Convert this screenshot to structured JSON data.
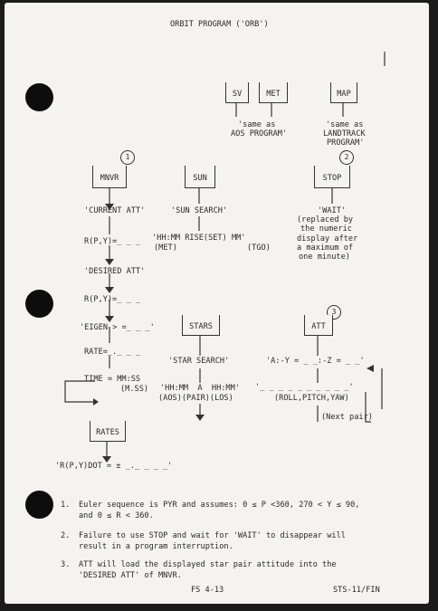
{
  "title": "ORBIT PROGRAM ('ORB')",
  "boxes": {
    "sv": "SV",
    "met": "MET",
    "map": "MAP",
    "mnvr": "MNVR",
    "sun": "SUN",
    "stop": "STOP",
    "stars": "STARS",
    "att": "ATT",
    "rates": "RATES"
  },
  "callouts": {
    "c1": "1",
    "c2": "2",
    "c3": "3"
  },
  "text": {
    "same_aos_1": "'same as",
    "same_aos_2": "AOS PROGRAM'",
    "same_land_1": "'same as",
    "same_land_2": "LANDTRACK",
    "same_land_3": "PROGRAM'",
    "current_att": "'CURRENT ATT'",
    "rpy1": "R(P,Y)=_ _ _",
    "desired_att": "'DESIRED ATT'",
    "rpy2": "R(P,Y)=_ _ _",
    "eigen": "'EIGEN > =_ _ _'",
    "rate": "RATE=_._ _ _",
    "time1": "TIME = MM:SS",
    "time2": "(M.SS)",
    "sun_search": "'SUN SEARCH'",
    "sun_hhmm": "'HH:MM RISE(SET) MM'",
    "sun_met": "(MET)",
    "sun_tgo": "(TGO)",
    "wait": "'WAIT'",
    "wait_1": "(replaced by",
    "wait_2": "the numeric",
    "wait_3": "display after",
    "wait_4": "a maximum of",
    "wait_5": "one minute)",
    "star_search": "'STAR SEARCH'",
    "stars_hhmm": "'HH:MM  A  HH:MM'",
    "stars_aos": "(AOS)(PAIR)(LOS)",
    "att_line": "'A:-Y = _ _:-Z = _ _'",
    "att_dash": "'_ _ _ _ _ _ _ _ _ _'",
    "att_rpy": "(ROLL,PITCH,YAW)",
    "next_pair": "(Next pair)",
    "rates_line": "'R(P,Y)DOT = ± _._ _ _ _'"
  },
  "notes": [
    {
      "num": "1.",
      "lines": [
        "Euler sequence is PYR and assumes: 0 ≤ P <360, 270 < Y ≤ 90,",
        "and 0 ≤ R < 360."
      ]
    },
    {
      "num": "2.",
      "lines": [
        "Failure to use STOP and wait for 'WAIT' to disappear will",
        "result in a program interruption."
      ]
    },
    {
      "num": "3.",
      "lines": [
        "ATT will load the displayed star pair attitude into the",
        "'DESIRED ATT' of MNVR."
      ]
    }
  ],
  "footer": {
    "page": "FS 4-13",
    "doc": "STS-11/FIN"
  }
}
